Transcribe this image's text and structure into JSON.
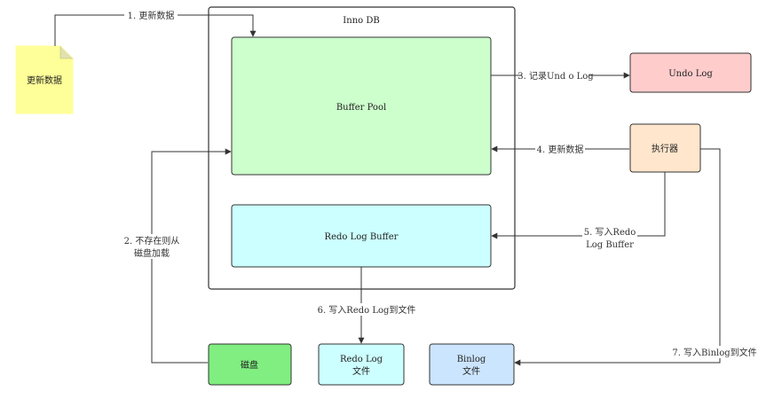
{
  "innodb": {
    "title": "Inno DB"
  },
  "doc": {
    "label": "更新数据"
  },
  "nodes": {
    "buffer_pool": "Buffer Pool",
    "redo_log_buffer": "Redo Log Buffer",
    "undo_log": "Undo Log",
    "executor": "执行器",
    "disk": "磁盘",
    "redo_log_file": [
      "Redo Log",
      "文件"
    ],
    "binlog_file": [
      "Binlog",
      "文件"
    ]
  },
  "edges": {
    "e1": "1. 更新数据",
    "e2": [
      "2. 不存在则从",
      "磁盘加载"
    ],
    "e3": "3. 记录Und o Log",
    "e4": "4. 更新数据",
    "e5": [
      "5. 写入Redo",
      "Log Buffer"
    ],
    "e6": "6. 写入Redo Log到文件",
    "e7": "7. 写入Binlog到文件"
  },
  "colors": {
    "buffer_pool_fill": "#ccffcc",
    "redo_buffer_fill": "#ccffff",
    "undo_fill": "#ffcccc",
    "executor_fill": "#ffe6cc",
    "disk_fill": "#80ee80",
    "redo_file_fill": "#ccffff",
    "binlog_fill": "#cce5ff",
    "doc_fill": "#ffff99",
    "stroke": "#333333"
  }
}
